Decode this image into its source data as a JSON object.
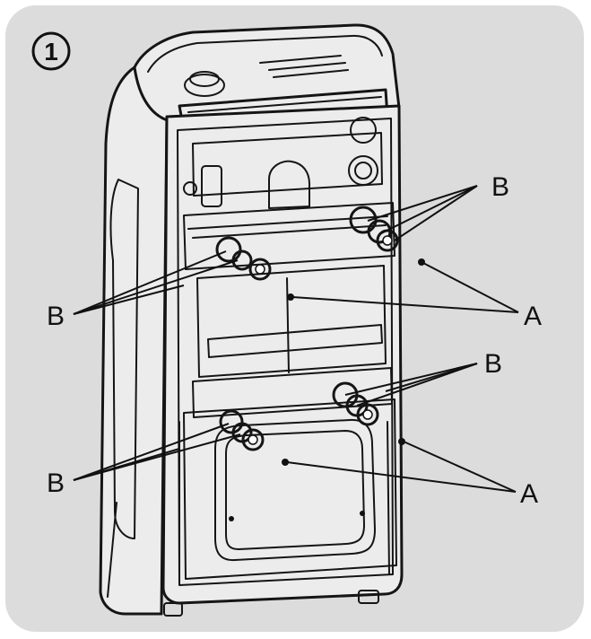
{
  "step_number": "1",
  "labels": {
    "b_top_right": "B",
    "b_upper_left": "B",
    "a_upper_right": "A",
    "b_middle_right": "B",
    "b_lower_left": "B",
    "a_lower_right": "A"
  },
  "colors": {
    "panel": "#dcdcdc",
    "line": "#151515",
    "appliance_fill": "#ececec"
  }
}
